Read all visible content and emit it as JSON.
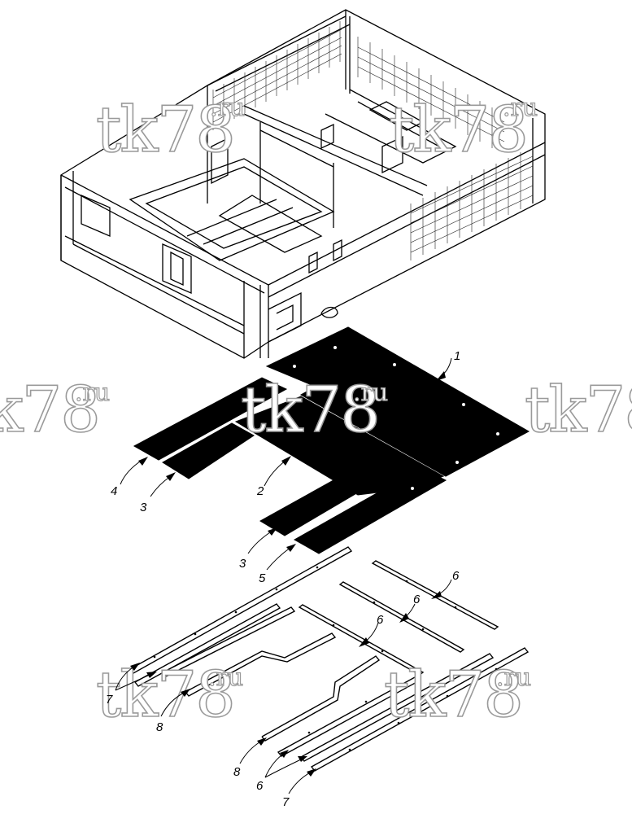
{
  "watermark": {
    "text": "tk78",
    "suffix": ".ru"
  },
  "callouts": {
    "c1": "1",
    "c2": "2",
    "c3a": "3",
    "c3b": "3",
    "c4": "4",
    "c5": "5",
    "c6a": "6",
    "c6b": "6",
    "c6c": "6",
    "c6d": "6",
    "c7a": "7",
    "c7b": "7",
    "c8a": "8",
    "c8b": "8"
  }
}
